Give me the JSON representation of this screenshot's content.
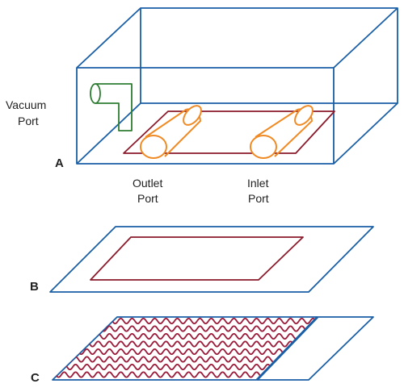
{
  "labels": {
    "vacuum_port_line1": "Vacuum",
    "vacuum_port_line2": "Port",
    "outlet_port_line1": "Outlet",
    "outlet_port_line2": "Port",
    "inlet_port_line1": "Inlet",
    "inlet_port_line2": "Port",
    "panel_a": "A",
    "panel_b": "B",
    "panel_c": "C"
  },
  "colors": {
    "box_outline": "#1a5fa6",
    "vacuum_port": "#2e7d32",
    "ports": "#f08a24",
    "gasket": "#8b1a2b",
    "label_text": "#222222"
  }
}
